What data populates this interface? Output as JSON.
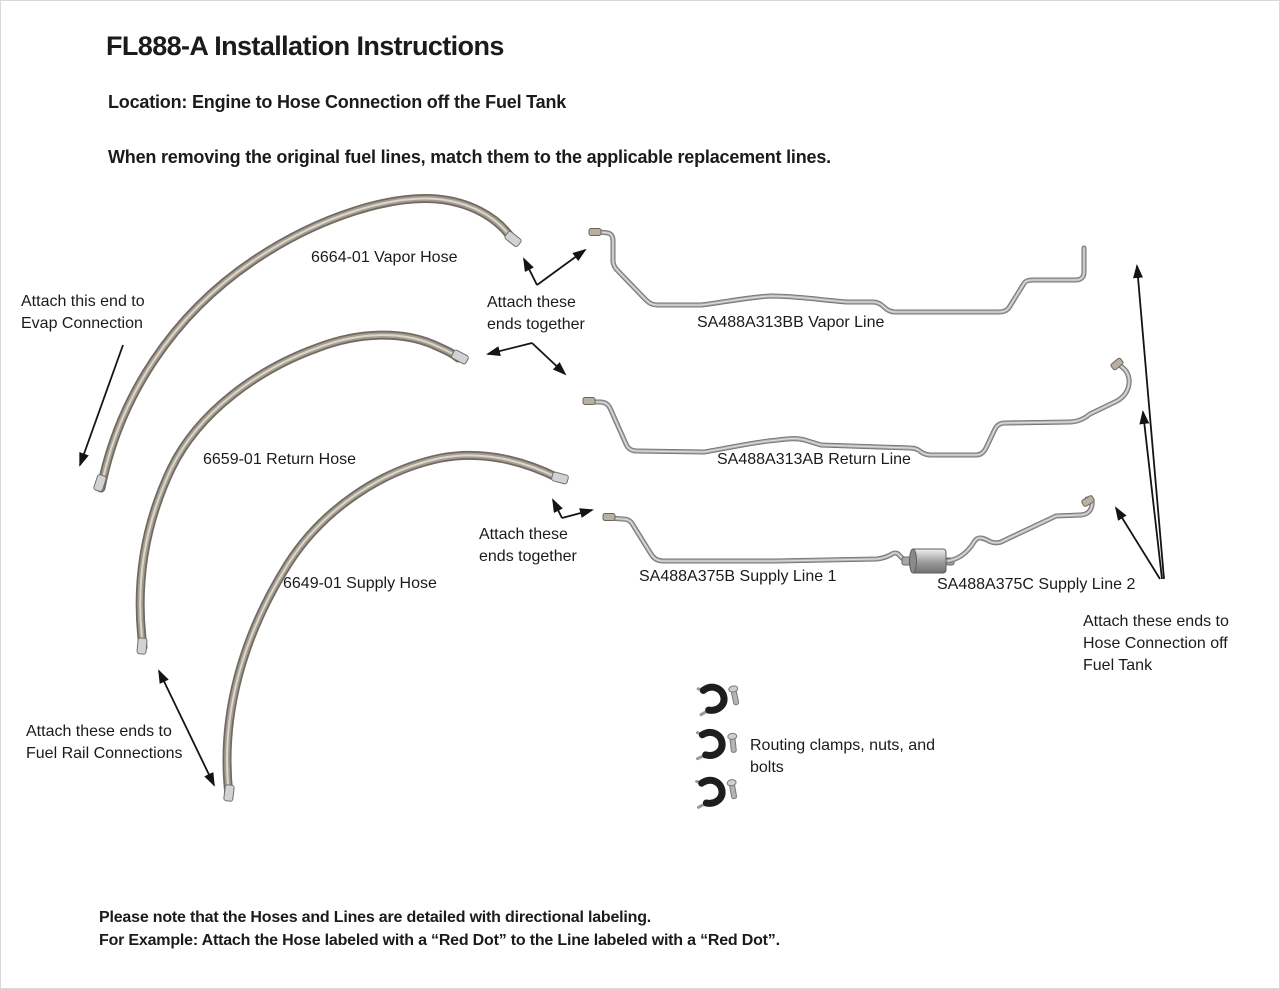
{
  "header": {
    "title": "FL888-A Installation Instructions",
    "location": "Location: Engine to Hose Connection off the Fuel Tank",
    "instruction": "When removing the original fuel lines, match them to the applicable replacement lines."
  },
  "parts": {
    "hoses": [
      {
        "id": "vapor-hose",
        "label": "6664-01 Vapor Hose"
      },
      {
        "id": "return-hose",
        "label": "6659-01 Return Hose"
      },
      {
        "id": "supply-hose",
        "label": "6649-01 Supply Hose"
      }
    ],
    "lines": [
      {
        "id": "vapor-line",
        "label": "SA488A313BB Vapor Line"
      },
      {
        "id": "return-line",
        "label": "SA488A313AB Return Line"
      },
      {
        "id": "supply-line-1",
        "label": "SA488A375B Supply Line 1"
      },
      {
        "id": "supply-line-2",
        "label": "SA488A375C Supply Line 2"
      }
    ],
    "hardware_label": "Routing clamps, nuts, and\nbolts"
  },
  "annotations": {
    "evap": "Attach this end to\nEvap Connection",
    "ends_together_top": "Attach these\nends together",
    "ends_together_bottom": "Attach these\nends together",
    "fuel_rail": "Attach these ends to\nFuel Rail Connections",
    "fuel_tank": "Attach these ends to\nHose Connection off\nFuel Tank"
  },
  "footer": {
    "note_line1": "Please note that the Hoses and Lines are detailed with directional labeling.",
    "note_line2": "For Example: Attach the Hose labeled with a “Red Dot” to the Line labeled with a “Red Dot”."
  },
  "colors": {
    "background": "#ffffff",
    "text": "#1b1b1b",
    "hose_braid": "#a59d92",
    "metal_line": "#a8a8a8",
    "arrow": "#141414"
  }
}
